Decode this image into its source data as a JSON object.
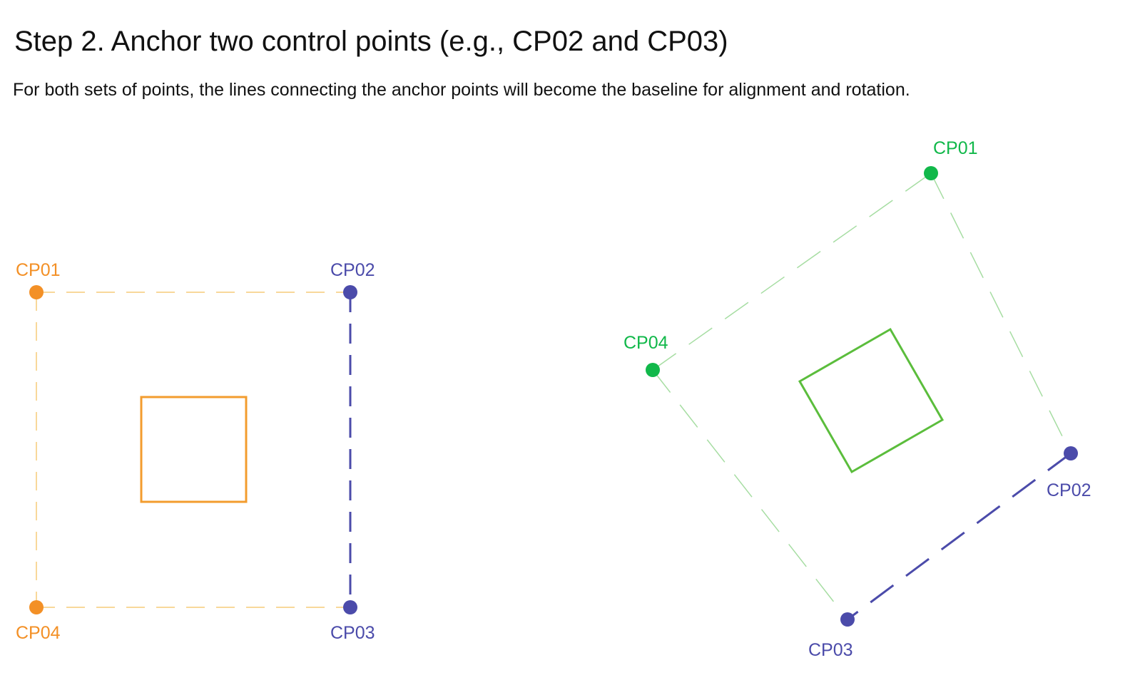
{
  "title": "Step 2. Anchor two control points (e.g., CP02 and CP03)",
  "subtitle": "For both sets of points, the lines connecting the anchor points will become the baseline for alignment and rotation.",
  "colors": {
    "orange": "#F39026",
    "orange_light": "#F8D89A",
    "blue": "#4B4BAA",
    "green": "#11B84A",
    "green_light": "#9ED99C",
    "green_square": "#5BBD3C"
  },
  "left_diagram": {
    "labels": {
      "cp01": "CP01",
      "cp02": "CP02",
      "cp03": "CP03",
      "cp04": "CP04"
    }
  },
  "right_diagram": {
    "labels": {
      "cp01": "CP01",
      "cp02": "CP02",
      "cp03": "CP03",
      "cp04": "CP04"
    }
  }
}
